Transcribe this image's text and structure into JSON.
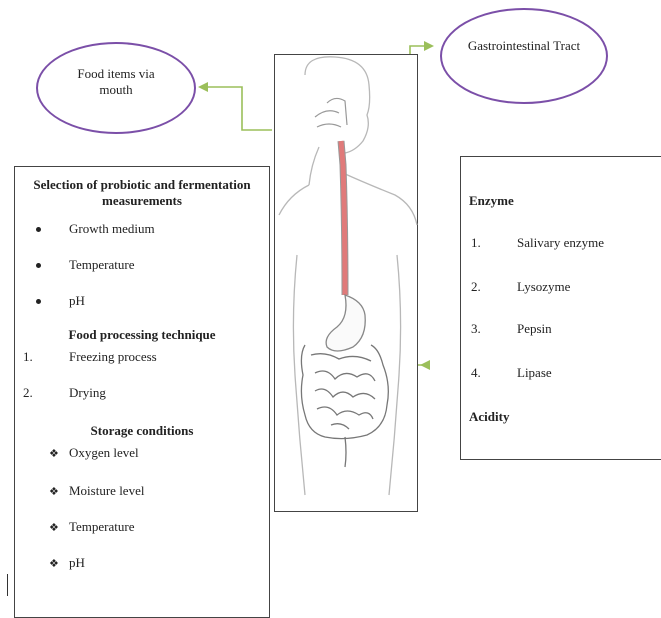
{
  "food_ellipse": {
    "line1": "Food items via",
    "line2": "mouth"
  },
  "git_ellipse": {
    "label": "Gastrointestinal Tract"
  },
  "left_panel": {
    "heading": "Selection of probiotic and fermentation measurements",
    "bullets": [
      "Growth medium",
      "Temperature",
      "pH"
    ],
    "processing_heading": "Food processing technique",
    "processing": [
      {
        "num": "1.",
        "label": "Freezing process"
      },
      {
        "num": "2.",
        "label": "Drying"
      }
    ],
    "storage_heading": "Storage conditions",
    "storage_marker": "❖",
    "storage": [
      "Oxygen level",
      "Moisture level",
      "Temperature",
      "pH"
    ]
  },
  "right_panel": {
    "heading": "Enzyme",
    "enzymes": [
      {
        "num": "1.",
        "label": "Salivary enzyme"
      },
      {
        "num": "2.",
        "label": "Lysozyme"
      },
      {
        "num": "3.",
        "label": "Pepsin"
      },
      {
        "num": "4.",
        "label": "Lipase"
      }
    ],
    "footer": "Acidity"
  },
  "colors": {
    "ellipse_border": "#7b4fa8",
    "arrow": "#9bbf5a",
    "dashed_connector": "#2e9e3c",
    "esophagus": "#e07a7a"
  }
}
